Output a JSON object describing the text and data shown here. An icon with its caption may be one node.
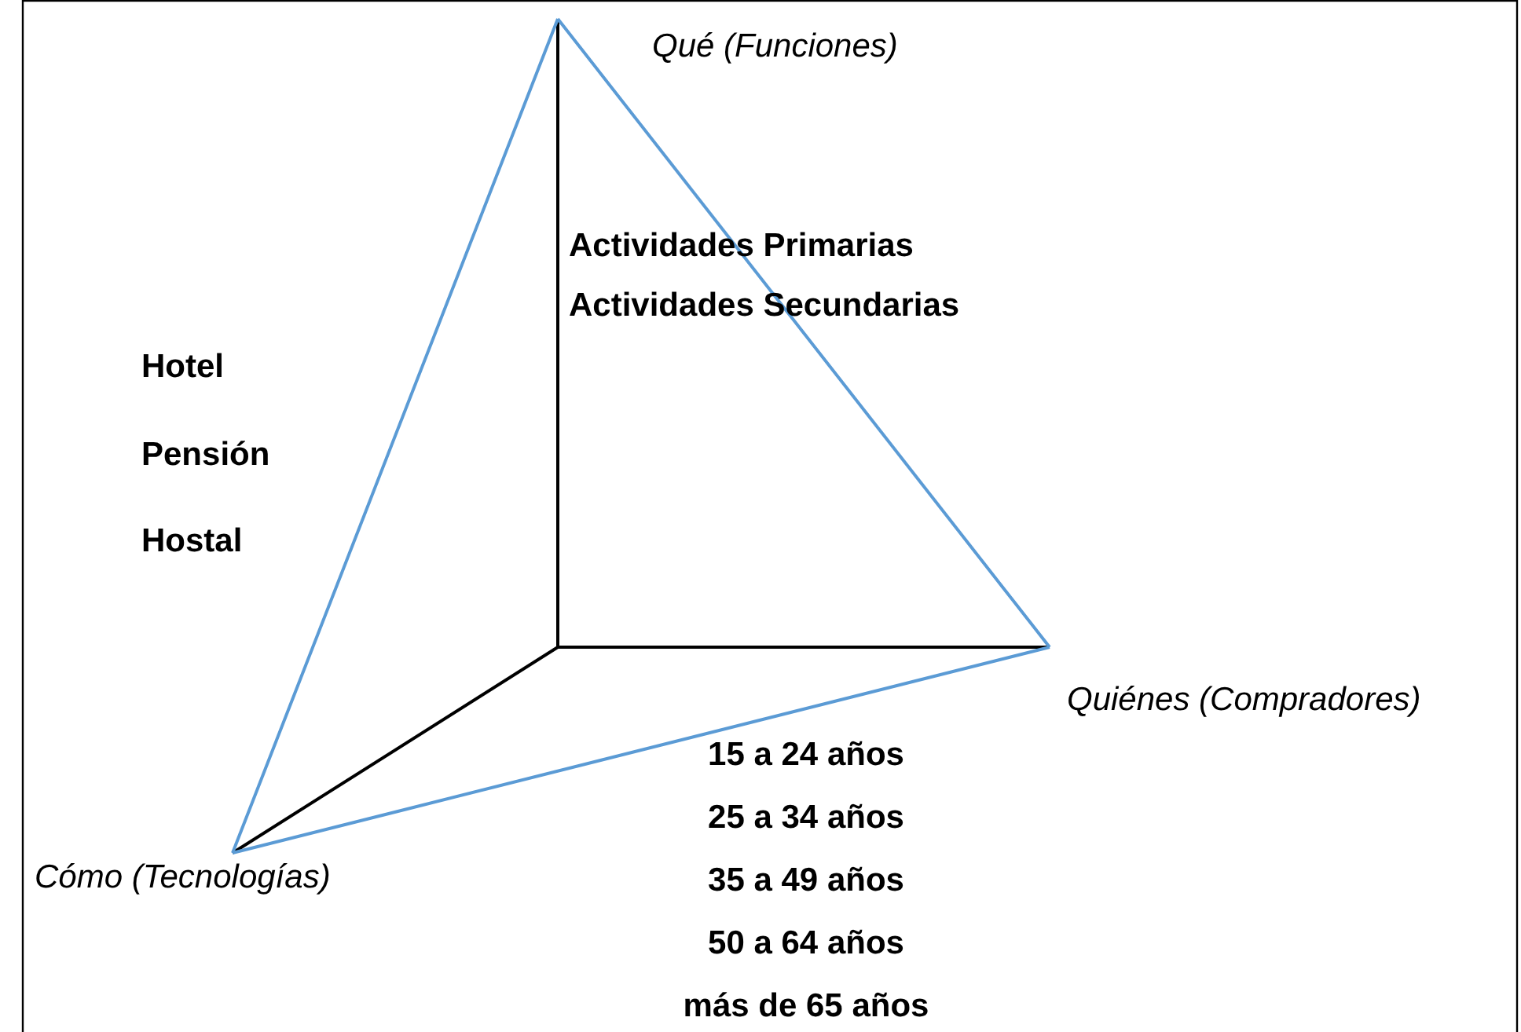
{
  "diagram": {
    "nodes": [
      {
        "text": [
          "Qué (Funciones)"
        ]
      },
      {
        "text": [
          "Quiénes (Compradores)"
        ]
      },
      {
        "text": [
          "Cómo (Tecnologías)"
        ]
      }
    ],
    "edges": [
      {
        "from": null,
        "to": 0,
        "arrow": "none"
      },
      {
        "from": null,
        "to": 1,
        "arrow": "none"
      },
      {
        "from": null,
        "to": 2,
        "arrow": "none"
      },
      {
        "from": 0,
        "to": 1,
        "arrow": "none",
        "color": "#5b9bd5"
      },
      {
        "from": 1,
        "to": 2,
        "arrow": "none",
        "color": "#5b9bd5"
      },
      {
        "from": 2,
        "to": 0,
        "arrow": "none",
        "color": "#5b9bd5"
      }
    ],
    "labels": [
      "Actividades Primarias",
      "Actividades Secundarias",
      "Hotel",
      "Pensión",
      "Hostal",
      "15 a 24 años",
      "25 a 34 años",
      "35 a 49 años",
      "50 a 64 años",
      "más de 65 años"
    ]
  }
}
